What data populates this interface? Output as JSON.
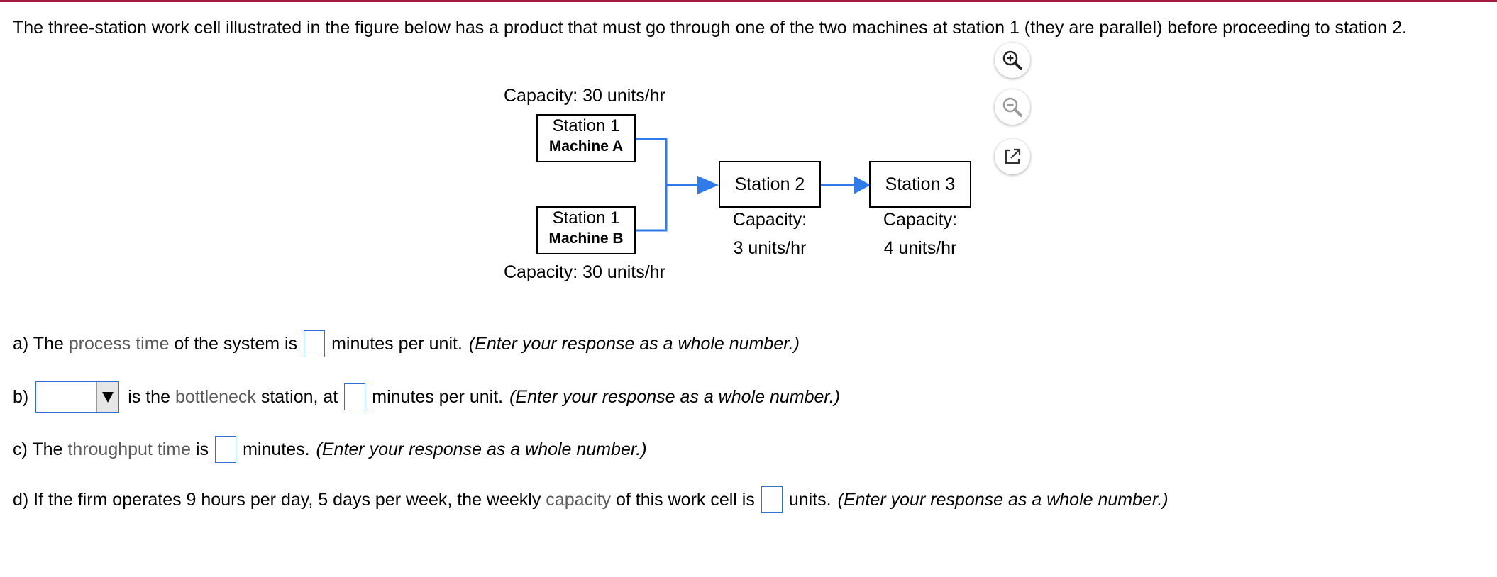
{
  "intro": "The three-station work cell illustrated in the figure below has a product that must go through one of the two machines at station 1 (they are parallel) before proceeding to station 2.",
  "toolbar": {
    "zoom_in": "zoom-in-icon",
    "zoom_out": "zoom-out-icon",
    "open_external": "external-link-icon"
  },
  "diagram": {
    "machine_a": {
      "capacity": "Capacity: 30 units/hr",
      "station": "Station 1",
      "machine": "Machine A"
    },
    "machine_b": {
      "capacity": "Capacity: 30 units/hr",
      "station": "Station 1",
      "machine": "Machine B"
    },
    "station2": {
      "label": "Station 2",
      "cap1": "Capacity:",
      "cap2": "3 units/hr"
    },
    "station3": {
      "label": "Station 3",
      "cap1": "Capacity:",
      "cap2": "4 units/hr"
    },
    "arrow_color": "#2f7bea"
  },
  "questions": {
    "a": {
      "pre": "a) The ",
      "term": "process time",
      "mid": " of the system is",
      "post": "minutes per unit.",
      "instruction": "(Enter your response as a whole number.)",
      "value": ""
    },
    "b": {
      "pre": "b)",
      "select_value": "",
      "term_pre": "is the ",
      "term": "bottleneck",
      "mid": " station, at",
      "post": "minutes per unit.",
      "instruction": "(Enter your response as a whole number.)",
      "value": ""
    },
    "c": {
      "pre": "c) The ",
      "term": "throughput time",
      "mid": " is",
      "post": "minutes.",
      "instruction": "(Enter your response as a whole number.)",
      "value": ""
    },
    "d": {
      "pre": "d) If the firm operates 9 hours per day, 5 days per week, the weekly ",
      "term": "capacity",
      "mid": " of this work cell is",
      "post": "units.",
      "instruction": "(Enter your response as a whole number.)",
      "value": ""
    }
  }
}
